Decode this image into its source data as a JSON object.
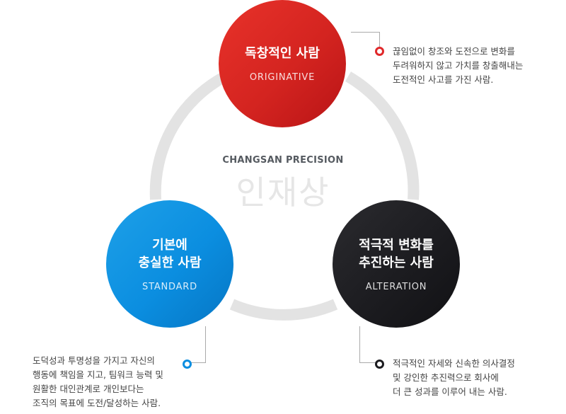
{
  "center": {
    "company": "CHANGSAN PRECISION",
    "title": "인재상"
  },
  "colors": {
    "red": "#d42420",
    "blue": "#0b8ee0",
    "black": "#1c1c20",
    "ring": "#e3e3e3"
  },
  "circles": [
    {
      "title_lines": [
        "독창적인 사람"
      ],
      "subtitle": "ORIGINATIVE",
      "color": "red"
    },
    {
      "title_lines": [
        "기본에",
        "충실한 사람"
      ],
      "subtitle": "STANDARD",
      "color": "blue"
    },
    {
      "title_lines": [
        "적극적 변화를",
        "추진하는 사람"
      ],
      "subtitle": "ALTERATION",
      "color": "black"
    }
  ],
  "descriptions": {
    "originative": [
      "끊임없이 창조와 도전으로 변화를",
      "두려워하지 않고 가치를 창출해내는",
      "도전적인 사고를 가진 사람."
    ],
    "standard": [
      "도덕성과 투명성을 가지고 자신의",
      "행동에 책임을 지고, 팀워크 능력 및",
      "원활한 대인관계로 개인보다는",
      "조직의 목표에 도전/달성하는 사람."
    ],
    "alteration": [
      "적극적인 자세와 신속한 의사결정",
      "및 강인한 추진력으로 회사에",
      "더 큰 성과를 이루어 내는 사람."
    ]
  }
}
